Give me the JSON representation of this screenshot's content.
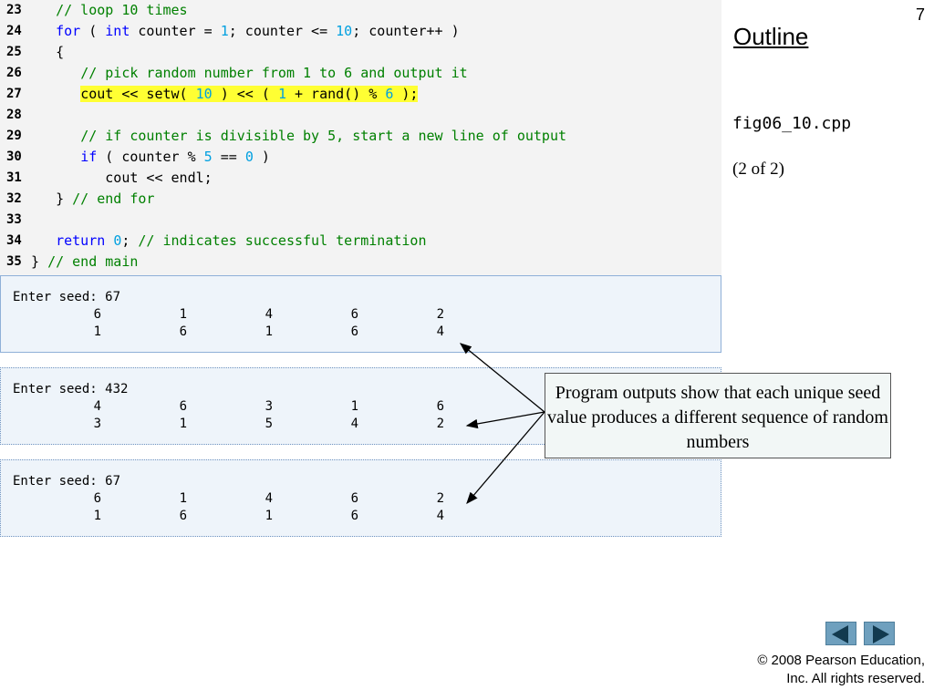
{
  "slide_number": "7",
  "outline_title": "Outline",
  "filename": "fig06_10.cpp",
  "part": "(2 of 2)",
  "code_lines": [
    {
      "num": "23",
      "segments": [
        {
          "t": "   ",
          "c": ""
        },
        {
          "t": "// loop 10 times",
          "c": "cm"
        }
      ]
    },
    {
      "num": "24",
      "segments": [
        {
          "t": "   ",
          "c": ""
        },
        {
          "t": "for",
          "c": "kw"
        },
        {
          "t": " ( ",
          "c": ""
        },
        {
          "t": "int",
          "c": "kw"
        },
        {
          "t": " counter = ",
          "c": ""
        },
        {
          "t": "1",
          "c": "num"
        },
        {
          "t": "; counter <= ",
          "c": ""
        },
        {
          "t": "10",
          "c": "num"
        },
        {
          "t": "; counter++ )",
          "c": ""
        }
      ]
    },
    {
      "num": "25",
      "segments": [
        {
          "t": "   {",
          "c": ""
        }
      ]
    },
    {
      "num": "26",
      "segments": [
        {
          "t": "      ",
          "c": ""
        },
        {
          "t": "// pick random number from 1 to 6 and output it",
          "c": "cm"
        }
      ]
    },
    {
      "num": "27",
      "segments": [
        {
          "t": "      ",
          "c": ""
        },
        {
          "t": "cout << setw( ",
          "c": "hl"
        },
        {
          "t": "10",
          "c": "hl num"
        },
        {
          "t": " ) << ( ",
          "c": "hl"
        },
        {
          "t": "1",
          "c": "hl num"
        },
        {
          "t": " + rand() % ",
          "c": "hl"
        },
        {
          "t": "6",
          "c": "hl num"
        },
        {
          "t": " );",
          "c": "hl"
        }
      ]
    },
    {
      "num": "28",
      "segments": []
    },
    {
      "num": "29",
      "segments": [
        {
          "t": "      ",
          "c": ""
        },
        {
          "t": "// if counter is divisible by 5, start a new line of output",
          "c": "cm"
        }
      ]
    },
    {
      "num": "30",
      "segments": [
        {
          "t": "      ",
          "c": ""
        },
        {
          "t": "if",
          "c": "kw"
        },
        {
          "t": " ( counter % ",
          "c": ""
        },
        {
          "t": "5",
          "c": "num"
        },
        {
          "t": " == ",
          "c": ""
        },
        {
          "t": "0",
          "c": "num"
        },
        {
          "t": " )",
          "c": ""
        }
      ]
    },
    {
      "num": "31",
      "segments": [
        {
          "t": "         cout << endl;",
          "c": ""
        }
      ]
    },
    {
      "num": "32",
      "segments": [
        {
          "t": "   } ",
          "c": ""
        },
        {
          "t": "// end for",
          "c": "cm"
        }
      ]
    },
    {
      "num": "33",
      "segments": []
    },
    {
      "num": "34",
      "segments": [
        {
          "t": "   ",
          "c": ""
        },
        {
          "t": "return",
          "c": "kw"
        },
        {
          "t": " ",
          "c": ""
        },
        {
          "t": "0",
          "c": "num"
        },
        {
          "t": "; ",
          "c": ""
        },
        {
          "t": "// indicates successful termination",
          "c": "cm"
        }
      ]
    },
    {
      "num": "35",
      "segments": [
        {
          "t": "} ",
          "c": ""
        },
        {
          "t": "// end main",
          "c": "cm"
        }
      ]
    }
  ],
  "outputs": [
    {
      "prompt": "Enter seed: ",
      "seed": "67",
      "rows": [
        [
          "6",
          "1",
          "4",
          "6",
          "2"
        ],
        [
          "1",
          "6",
          "1",
          "6",
          "4"
        ]
      ]
    },
    {
      "prompt": "Enter seed: ",
      "seed": "432",
      "rows": [
        [
          "4",
          "6",
          "3",
          "1",
          "6"
        ],
        [
          "3",
          "1",
          "5",
          "4",
          "2"
        ]
      ]
    },
    {
      "prompt": "Enter seed: ",
      "seed": "67",
      "rows": [
        [
          "6",
          "1",
          "4",
          "6",
          "2"
        ],
        [
          "1",
          "6",
          "1",
          "6",
          "4"
        ]
      ]
    }
  ],
  "callout_text": "Program outputs show that each unique seed value produces a different sequence of random numbers",
  "copyright": {
    "line1": "© 2008 Pearson Education,",
    "line2": "Inc.  All rights reserved."
  },
  "colors": {
    "comment": "#008000",
    "keyword": "#0000ff",
    "number": "#00a0e0",
    "highlight": "#ffff33",
    "nav": "#6fa0be"
  },
  "icons": {
    "prev": "left-triangle-icon",
    "next": "right-triangle-icon"
  }
}
